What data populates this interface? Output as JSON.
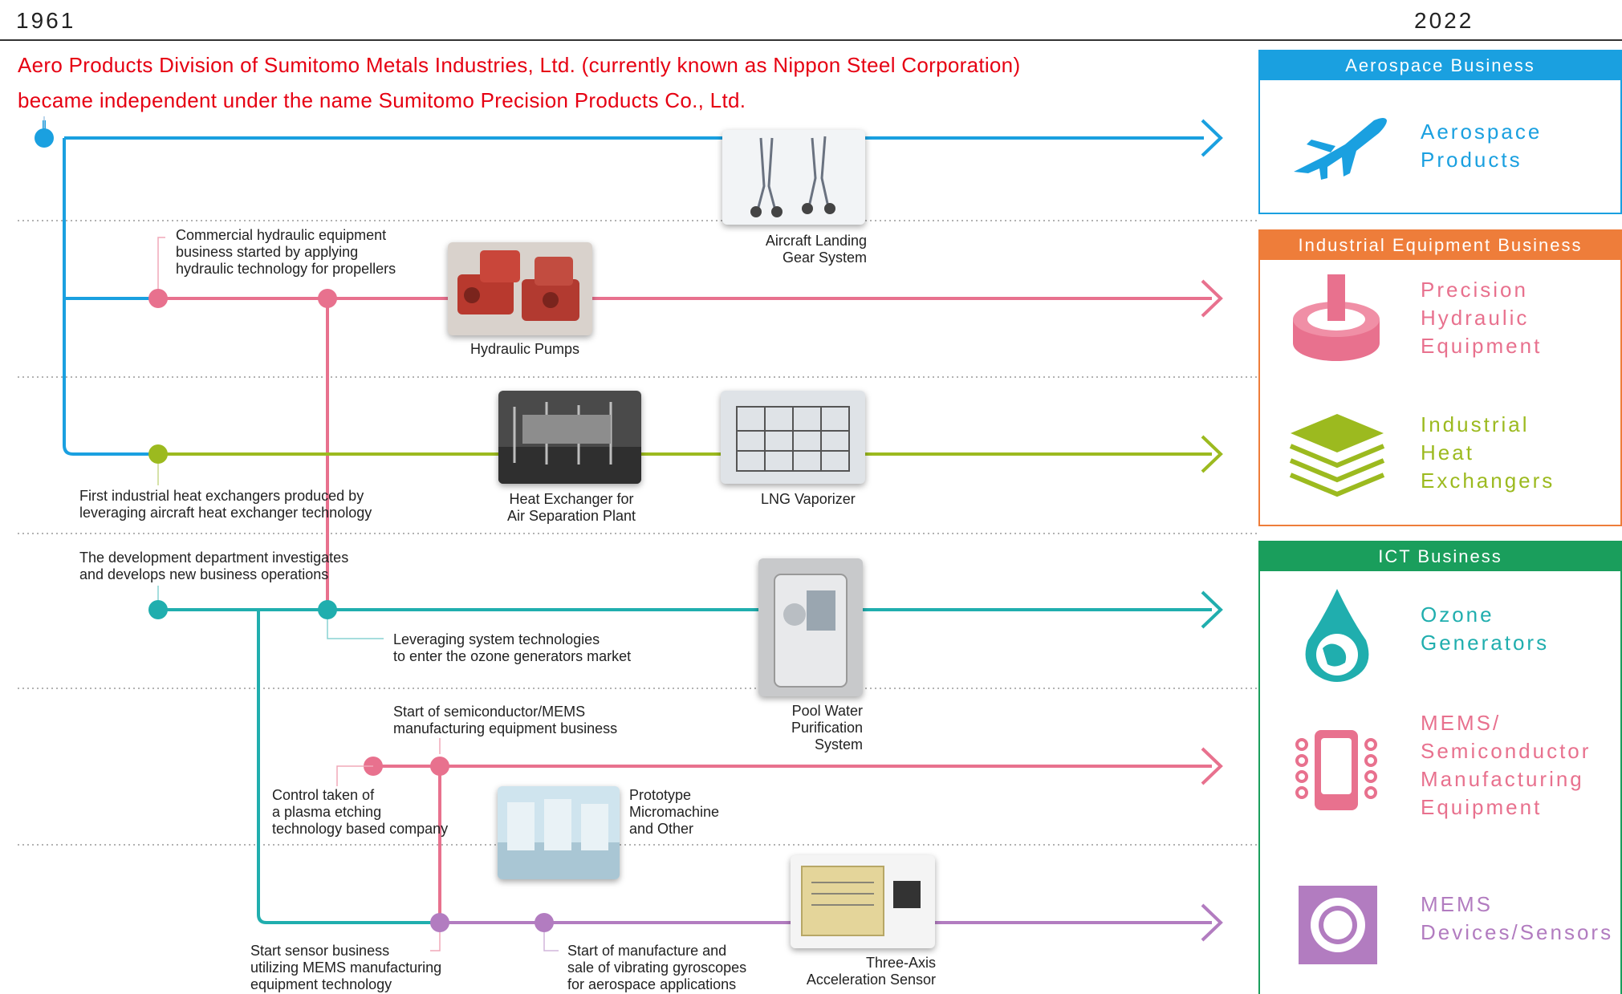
{
  "timeline": {
    "start_year": "1961",
    "end_year": "2022"
  },
  "headline": {
    "line1": "Aero Products Division of Sumitomo Metals Industries, Ltd. (currently known as Nippon Steel Corporation)",
    "line2": "became independent under the name Sumitomo Precision Products Co., Ltd."
  },
  "captions": {
    "hydraulic_start": "Commercial hydraulic equipment\nbusiness started by applying\nhydraulic technology for propellers",
    "heat_first": "First industrial heat exchangers produced by\nleveraging aircraft heat exchanger technology",
    "dev_department": "The development department investigates\nand develops new business operations",
    "ozone_entry": "Leveraging system technologies\nto enter the ozone generators market",
    "semi_start": "Start of semiconductor/MEMS\nmanufacturing equipment business",
    "plasma": "Control taken of\na plasma etching\ntechnology based company",
    "sensor_start": "Start sensor business\nutilizing MEMS manufacturing\nequipment technology",
    "gyroscopes": "Start of manufacture and\nsale of vibrating gyroscopes\nfor aerospace applications"
  },
  "photos": {
    "landing_gear": "Aircraft Landing\nGear System",
    "hydraulic_pumps": "Hydraulic Pumps",
    "heat_exchanger_air": "Heat Exchanger for\nAir Separation Plant",
    "lng": "LNG Vaporizer",
    "pool_water": "Pool Water\nPurification\nSystem",
    "micromachine": "Prototype\nMicromachine\nand Other",
    "accel_sensor": "Three-Axis\nAcceleration Sensor"
  },
  "businesses": {
    "aerospace": {
      "header": "Aerospace Business",
      "color": "#1aa0e0",
      "segments": [
        {
          "label": "Aerospace\nProducts",
          "icon": "airplane-icon"
        }
      ]
    },
    "industrial": {
      "header": "Industrial Equipment Business",
      "color": "#ee7d3a",
      "segments": [
        {
          "label": "Precision\nHydraulic\nEquipment",
          "icon": "hydraulic-gear-icon",
          "color": "#e8718e"
        },
        {
          "label": "Industrial\nHeat\nExchangers",
          "icon": "heat-exchanger-icon",
          "color": "#9cba1f"
        }
      ]
    },
    "ict": {
      "header": "ICT Business",
      "color": "#1a9e5c",
      "segments": [
        {
          "label": "Ozone\nGenerators",
          "icon": "ozone-drop-icon",
          "color": "#20aeae"
        },
        {
          "label": "MEMS/\nSemiconductor\nManufacturing\nEquipment",
          "icon": "chip-icon",
          "color": "#e8718e"
        },
        {
          "label": "MEMS\nDevices/Sensors",
          "icon": "mems-sensor-icon",
          "color": "#b27cc0"
        }
      ]
    }
  }
}
